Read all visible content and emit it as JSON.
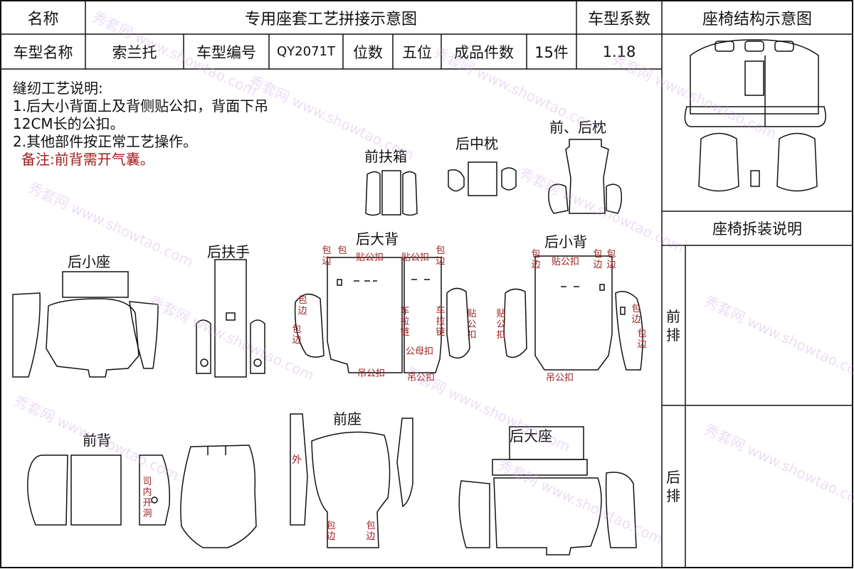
{
  "header": {
    "name_label": "名称",
    "title": "专用座套工艺拼接示意图",
    "coef_label": "车型系数",
    "structure_title": "座椅结构示意图",
    "model_name_label": "车型名称",
    "model_name": "索兰托",
    "model_code_label": "车型编号",
    "model_code": "QY2071T",
    "seats_label": "位数",
    "seats_value": "五位",
    "pieces_label": "成品件数",
    "pieces_value": "15件",
    "coef_value": "1.18"
  },
  "notes": {
    "title": "缝纫工艺说明:",
    "line1": "1.后大小背面上及背侧贴公扣，背面下吊",
    "line2": "12CM长的公扣。",
    "line3": "2.其他部件按正常工艺操作。",
    "remark": "备注:前背需开气囊。"
  },
  "right_panel": {
    "disassembly_title": "座椅拆装说明",
    "front_row": "前排",
    "rear_row": "后排"
  },
  "pieces": {
    "front_armrest_box": "前扶箱",
    "rear_middle_pillow": "后中枕",
    "front_rear_pillow": "前、后枕",
    "rear_small_seat": "后小座",
    "rear_armrest": "后扶手",
    "rear_large_back": "后大背",
    "rear_small_back": "后小背",
    "front_back": "前背",
    "front_seat": "前座",
    "rear_large_seat": "后大座"
  },
  "annotations": {
    "bao": "包",
    "bian": "边",
    "bao_bian": "包边",
    "tie_gong_kou": "贴公扣",
    "diao_gong_kou": "吊公扣",
    "gong_mu_kou": "公母扣",
    "che_la_lian": "车拉链",
    "wai": "外",
    "si_nei_kai_dong": "司内开洞"
  },
  "watermark": "秀套网 www.showtao.com"
}
